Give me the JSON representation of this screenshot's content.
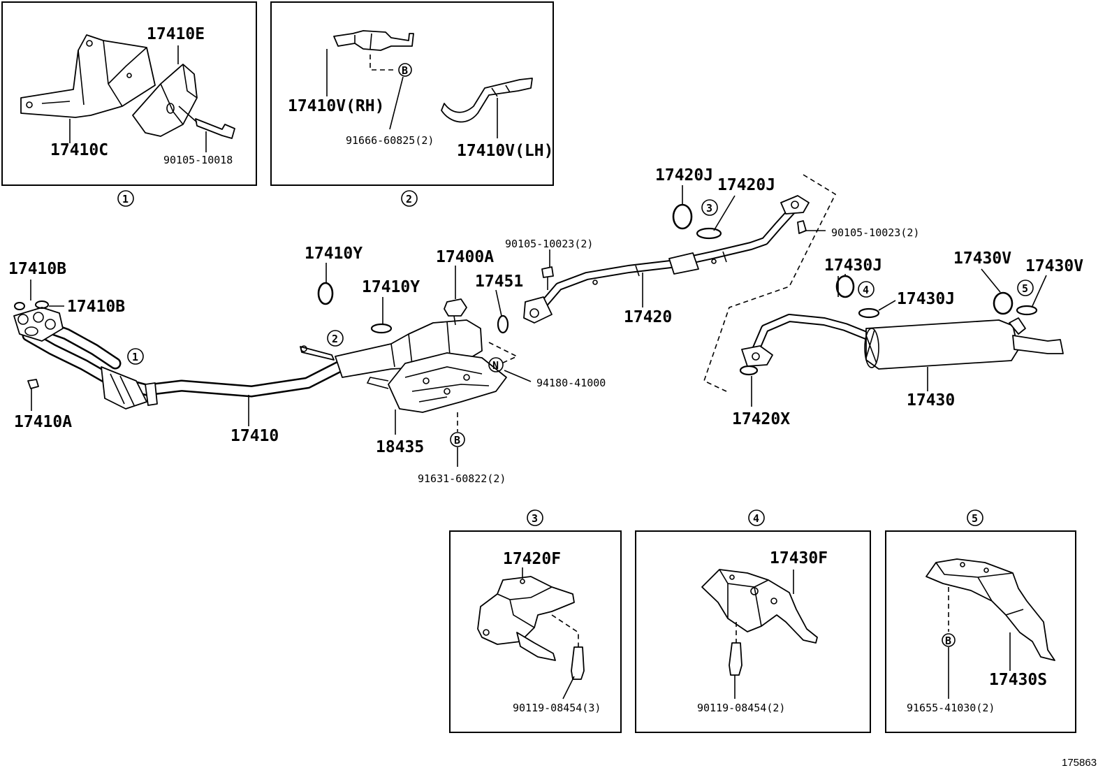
{
  "labels": {
    "l17410E": "17410E",
    "l17410C": "17410C",
    "l90105_10018": "90105-10018",
    "l17410V_RH": "17410V(RH)",
    "l91666_60825": "91666-60825(2)",
    "l17410V_LH": "17410V(LH)",
    "l17420J_a": "17420J",
    "l17420J_b": "17420J",
    "l90105_10023_r": "90105-10023(2)",
    "l90105_10023_l": "90105-10023(2)",
    "l17410Y_a": "17410Y",
    "l17410Y_b": "17410Y",
    "l17400A": "17400A",
    "l17451": "17451",
    "l17420": "17420",
    "l17410B_a": "17410B",
    "l17410B_b": "17410B",
    "l17410A": "17410A",
    "l17410": "17410",
    "l18435": "18435",
    "l94180_41000": "94180-41000",
    "l91631_60822": "91631-60822(2)",
    "l17430J_a": "17430J",
    "l17430J_b": "17430J",
    "l17430V_a": "17430V",
    "l17430V_b": "17430V",
    "l17430": "17430",
    "l17420X": "17420X",
    "l17420F": "17420F",
    "l90119_08454_3": "90119-08454(3)",
    "l17430F": "17430F",
    "l90119_08454_2": "90119-08454(2)",
    "l17430S": "17430S",
    "l91655_41030": "91655-41030(2)",
    "fig_id": "175863"
  },
  "callouts": {
    "c1": "1",
    "c2": "2",
    "c3": "3",
    "c4": "4",
    "c5": "5",
    "mark_B": "B",
    "mark_N": "N"
  }
}
